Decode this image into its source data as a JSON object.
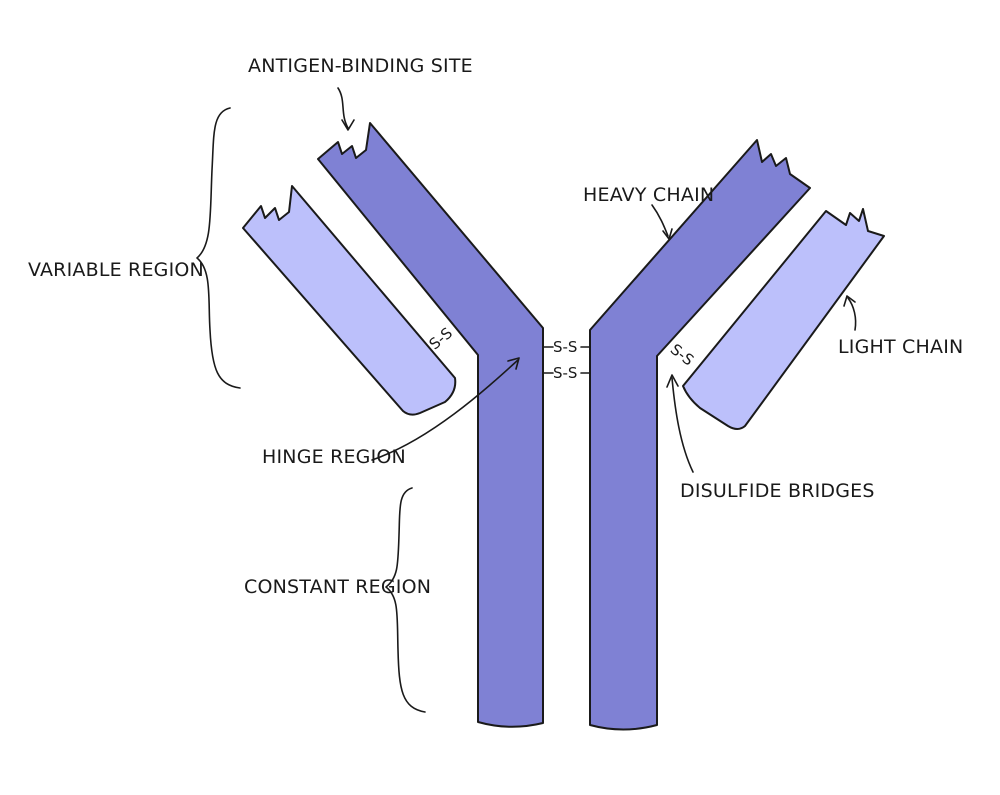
{
  "labels": {
    "antigen_binding_site": "ANTIGEN-BINDING SITE",
    "variable_region": "VARIABLE REGION",
    "heavy_chain": "HEAVY CHAIN",
    "light_chain": "LIGHT CHAIN",
    "hinge_region": "HINGE REGION",
    "disulfide_bridges": "DISULFIDE BRIDGES",
    "constant_region": "CONSTANT REGION"
  },
  "bonds": {
    "left_light_heavy": "S-S",
    "hinge_top": "S-S",
    "hinge_bottom": "S-S",
    "right_heavy_light": "S-S"
  },
  "colors": {
    "heavy_chain": "#7f81d4",
    "light_chain": "#bcc0fb",
    "outline": "#1a1a1a",
    "background": "#ffffff"
  }
}
